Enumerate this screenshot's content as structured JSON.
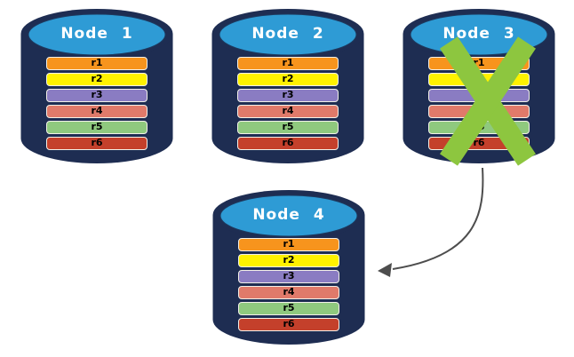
{
  "diagram": {
    "description": "Database replication failover diagram",
    "nodes": [
      {
        "id": "node1",
        "label": "Node 1",
        "failed": false,
        "rows": [
          {
            "label": "r1",
            "color": "#f7941d"
          },
          {
            "label": "r2",
            "color": "#fff200"
          },
          {
            "label": "r3",
            "color": "#8a7cc2"
          },
          {
            "label": "r4",
            "color": "#e07a6a"
          },
          {
            "label": "r5",
            "color": "#8fc97e"
          },
          {
            "label": "r6",
            "color": "#c4402b"
          }
        ]
      },
      {
        "id": "node2",
        "label": "Node 2",
        "failed": false,
        "rows": [
          {
            "label": "r1",
            "color": "#f7941d"
          },
          {
            "label": "r2",
            "color": "#fff200"
          },
          {
            "label": "r3",
            "color": "#8a7cc2"
          },
          {
            "label": "r4",
            "color": "#e07a6a"
          },
          {
            "label": "r5",
            "color": "#8fc97e"
          },
          {
            "label": "r6",
            "color": "#c4402b"
          }
        ]
      },
      {
        "id": "node3",
        "label": "Node 3",
        "failed": true,
        "rows": [
          {
            "label": "r1",
            "color": "#f7941d"
          },
          {
            "label": "r2",
            "color": "#fff200"
          },
          {
            "label": "r3",
            "color": "#8a7cc2"
          },
          {
            "label": "r4",
            "color": "#e07a6a"
          },
          {
            "label": "r5",
            "color": "#8fc97e"
          },
          {
            "label": "r6",
            "color": "#c4402b"
          }
        ]
      },
      {
        "id": "node4",
        "label": "Node 4",
        "failed": false,
        "rows": [
          {
            "label": "r1",
            "color": "#f7941d"
          },
          {
            "label": "r2",
            "color": "#fff200"
          },
          {
            "label": "r3",
            "color": "#8a7cc2"
          },
          {
            "label": "r4",
            "color": "#e07a6a"
          },
          {
            "label": "r5",
            "color": "#8fc97e"
          },
          {
            "label": "r6",
            "color": "#c4402b"
          }
        ]
      }
    ],
    "colors": {
      "cylinder_body": "#1e2d52",
      "cylinder_top": "#2e9bd5",
      "failure_x": "#8dc63f",
      "arrow": "#4d4d4d",
      "node_title_text": "#ffffff",
      "row_text": "#000000"
    },
    "arrow": {
      "from": "node3",
      "to": "node4"
    }
  }
}
